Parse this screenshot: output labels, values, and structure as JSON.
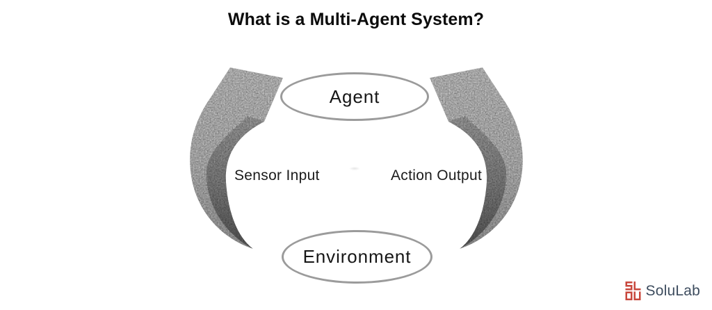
{
  "title": "What is a Multi-Agent System?",
  "diagram": {
    "nodes": [
      {
        "id": "agent",
        "label": "Agent",
        "shape": "ellipse"
      },
      {
        "id": "environment",
        "label": "Environment",
        "shape": "ellipse"
      }
    ],
    "edges": [
      {
        "id": "sensor-input",
        "label": "Sensor Input",
        "side": "left",
        "arrowhead_points_to": "Agent"
      },
      {
        "id": "action-output",
        "label": "Action Output",
        "side": "right",
        "arrowhead_points_to": "Agent"
      }
    ]
  },
  "branding": {
    "logo_text": "SoluLab",
    "logo_text_color": "#3d4c5e",
    "logo_mark_color": "#c8473c"
  },
  "colors": {
    "background": "#ffffff",
    "ellipse_border": "#9b9b9b",
    "arrow_light": "#cccccc",
    "arrow_dark": "#5f5f5f",
    "title_text": "#0c0c0c",
    "label_text": "#1b1b1b"
  }
}
